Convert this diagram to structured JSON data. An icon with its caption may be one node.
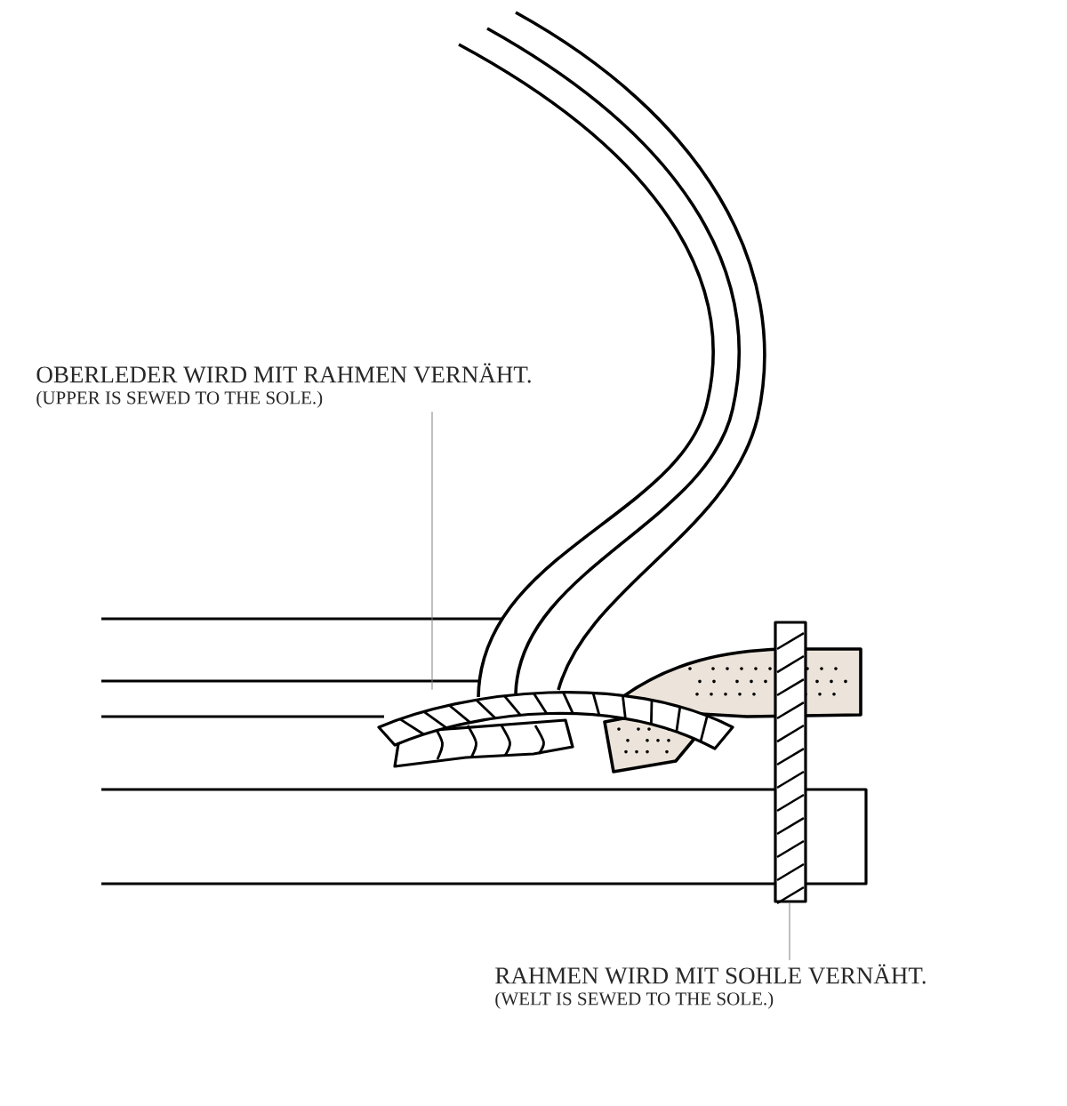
{
  "diagram": {
    "nodes": [
      {
        "text": [
          "OBERLEDER WIRD MIT RAHMEN VERNÄHT.",
          "(UPPER IS SEWED TO THE SOLE.)"
        ]
      },
      {
        "text": [],
        "shape": "picture"
      },
      {
        "text": [
          "RAHMEN WIRD MIT SOHLE VERNÄHT.",
          "(WELT IS SEWED TO THE SOLE.)"
        ]
      },
      {
        "text": [],
        "shape": "bar"
      }
    ],
    "edges": [
      {
        "from": 0,
        "to": 1,
        "arrow": "none"
      },
      {
        "from": 2,
        "to": 3,
        "arrow": "none"
      }
    ]
  }
}
